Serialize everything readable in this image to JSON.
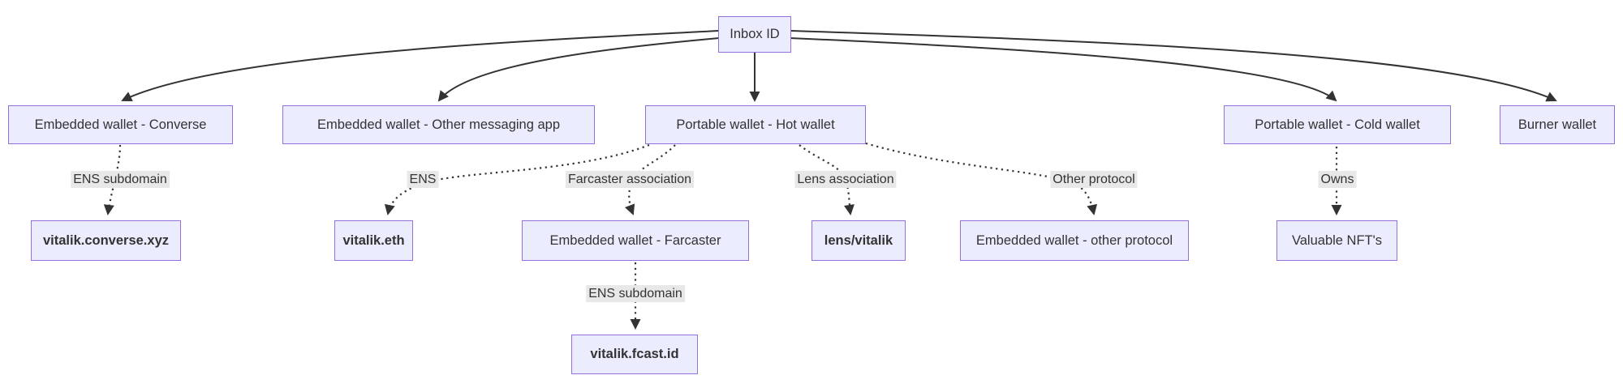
{
  "theme": {
    "background": "#ffffff",
    "node_fill": "#ECECFF",
    "node_border": "#9370DB",
    "edge_color": "#333333",
    "edge_label_bg": "#e8e8e8",
    "text_color": "#333333"
  },
  "nodes": {
    "inbox": {
      "label": "Inbox ID"
    },
    "converse": {
      "label": "Embedded wallet - Converse"
    },
    "other_messaging": {
      "label": "Embedded wallet - Other messaging app"
    },
    "hot": {
      "label": "Portable wallet - Hot wallet"
    },
    "cold": {
      "label": "Portable wallet - Cold wallet"
    },
    "burner": {
      "label": "Burner wallet"
    },
    "converse_xyz": {
      "label": "vitalik.converse.xyz"
    },
    "vitalik_eth": {
      "label": "vitalik.eth"
    },
    "farcaster": {
      "label": "Embedded wallet - Farcaster"
    },
    "lens_vitalik": {
      "label": "lens/vitalik"
    },
    "other_protocol_wallet": {
      "label": "Embedded wallet - other protocol"
    },
    "valuable_nfts": {
      "label": "Valuable NFT's"
    },
    "fcast": {
      "label": "vitalik.fcast.id"
    }
  },
  "edge_labels": {
    "ens_subdomain_converse": "ENS subdomain",
    "ens": "ENS",
    "farcaster_association": "Farcaster association",
    "lens_association": "Lens association",
    "other_protocol": "Other protocol",
    "owns": "Owns",
    "ens_subdomain_farcaster": "ENS subdomain"
  },
  "edges": [
    {
      "from": "inbox",
      "to": "converse",
      "style": "solid",
      "label": ""
    },
    {
      "from": "inbox",
      "to": "other_messaging",
      "style": "solid",
      "label": ""
    },
    {
      "from": "inbox",
      "to": "hot",
      "style": "solid",
      "label": ""
    },
    {
      "from": "inbox",
      "to": "cold",
      "style": "solid",
      "label": ""
    },
    {
      "from": "inbox",
      "to": "burner",
      "style": "solid",
      "label": ""
    },
    {
      "from": "converse",
      "to": "converse_xyz",
      "style": "dotted",
      "label": "ENS subdomain"
    },
    {
      "from": "hot",
      "to": "vitalik_eth",
      "style": "dotted",
      "label": "ENS"
    },
    {
      "from": "hot",
      "to": "farcaster",
      "style": "dotted",
      "label": "Farcaster association"
    },
    {
      "from": "hot",
      "to": "lens_vitalik",
      "style": "dotted",
      "label": "Lens association"
    },
    {
      "from": "hot",
      "to": "other_protocol_wallet",
      "style": "dotted",
      "label": "Other protocol"
    },
    {
      "from": "cold",
      "to": "valuable_nfts",
      "style": "dotted",
      "label": "Owns"
    },
    {
      "from": "farcaster",
      "to": "fcast",
      "style": "dotted",
      "label": "ENS subdomain"
    }
  ]
}
